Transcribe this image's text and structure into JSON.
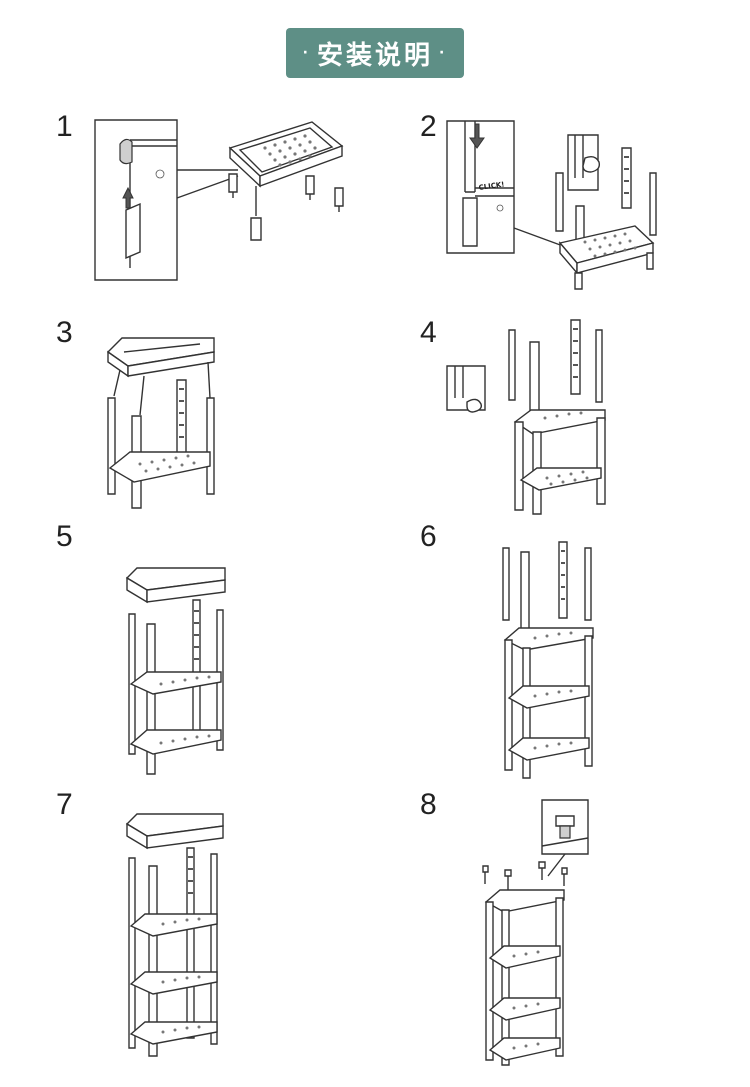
{
  "header": {
    "title": "安装说明"
  },
  "steps": [
    {
      "number": "1"
    },
    {
      "number": "2",
      "callout_text": "CLICK!"
    },
    {
      "number": "3"
    },
    {
      "number": "4"
    },
    {
      "number": "5"
    },
    {
      "number": "6"
    },
    {
      "number": "7"
    },
    {
      "number": "8"
    }
  ],
  "colors": {
    "badge": "#5e8f86",
    "line": "#333333",
    "background": "#ffffff"
  },
  "icons": [
    "arrow-up-icon",
    "arrow-down-icon",
    "hand-pointer-icon",
    "screw-icon"
  ]
}
